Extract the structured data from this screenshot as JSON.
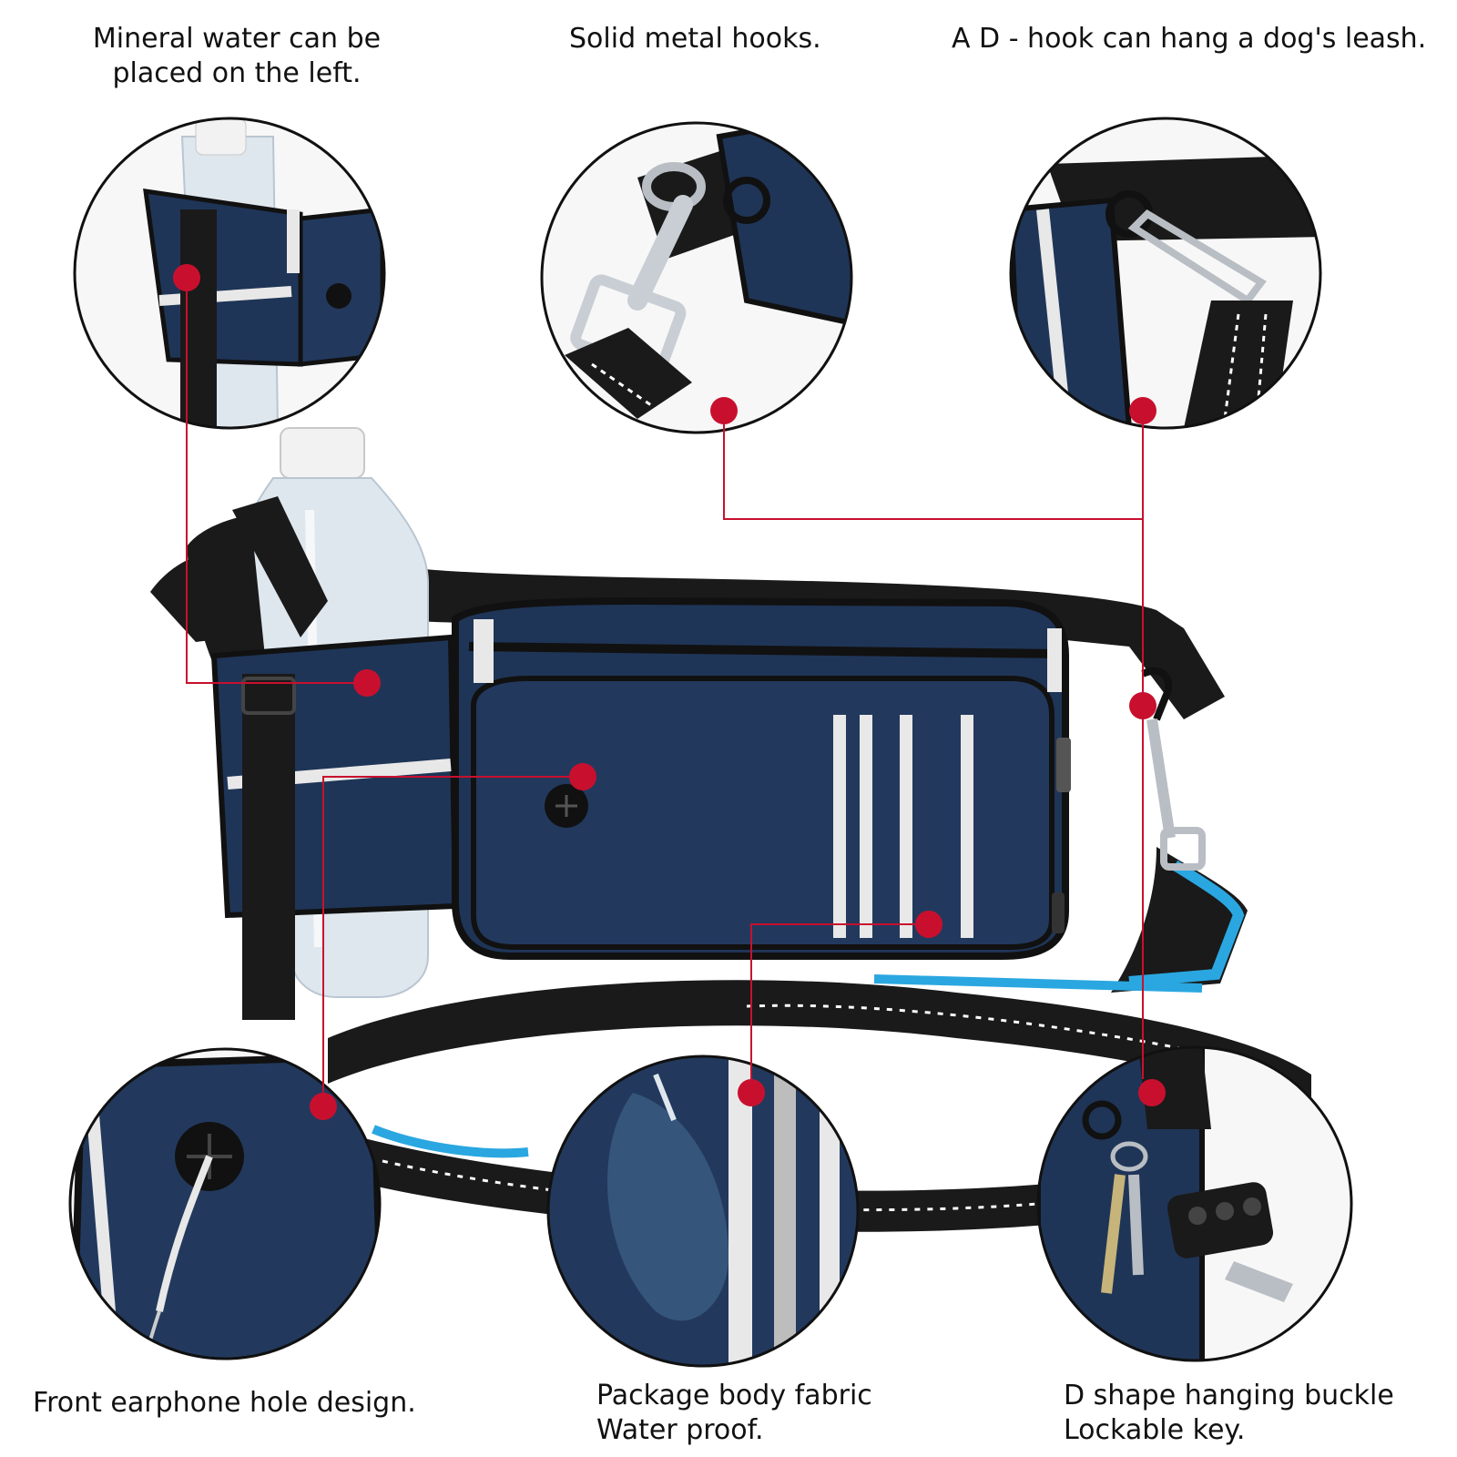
{
  "captions": {
    "top_left": {
      "line1": "Mineral water can be",
      "line2": "placed on the left."
    },
    "top_center": "Solid metal hooks.",
    "top_right": "A D - hook can hang a dog's leash.",
    "bottom_left": "Front earphone hole design.",
    "bottom_center": {
      "line1": "Package body fabric",
      "line2": "Water proof."
    },
    "bottom_right": {
      "line1": "D shape hanging buckle",
      "line2": "Lockable key."
    }
  },
  "colors": {
    "callout_red": "#c8102e",
    "bag_navy": "#1f3557",
    "strap_black": "#1a1a1a",
    "reflective": "#e8e8e8",
    "accent_blue": "#2aa7e0"
  }
}
